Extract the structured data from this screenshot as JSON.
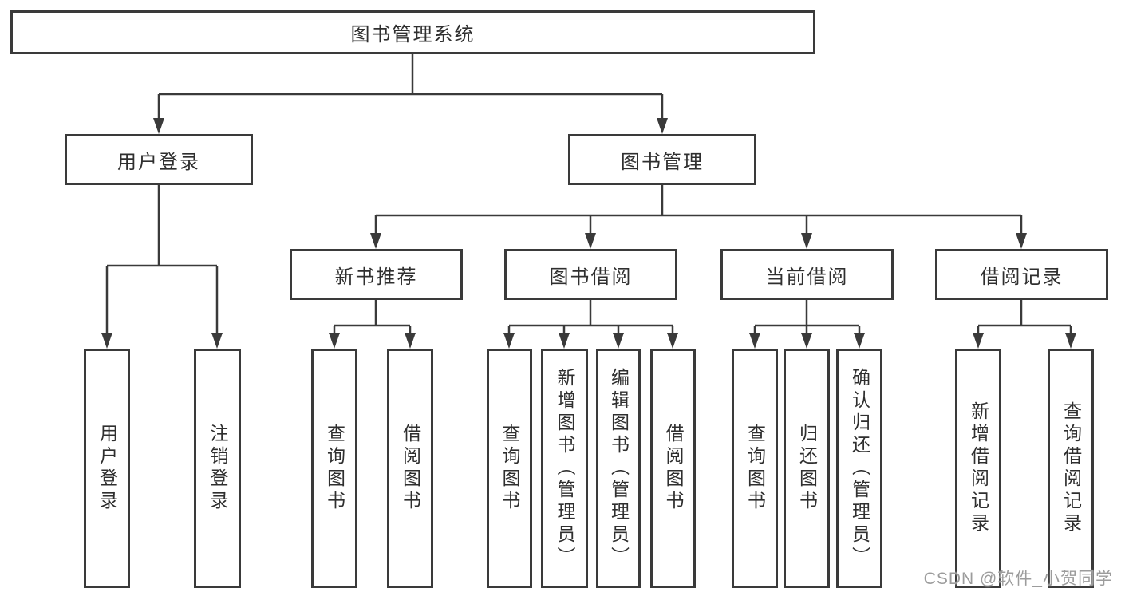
{
  "tree": {
    "root": "图书管理系统",
    "branches": [
      {
        "label": "用户登录",
        "children": [
          {
            "label": "用户登录"
          },
          {
            "label": "注销登录"
          }
        ]
      },
      {
        "label": "图书管理",
        "children": [
          {
            "label": "新书推荐",
            "children": [
              {
                "label": "查询图书"
              },
              {
                "label": "借阅图书"
              }
            ]
          },
          {
            "label": "图书借阅",
            "children": [
              {
                "label": "查询图书"
              },
              {
                "label": "新增图书（管理员）"
              },
              {
                "label": "编辑图书（管理员）"
              },
              {
                "label": "借阅图书"
              }
            ]
          },
          {
            "label": "当前借阅",
            "children": [
              {
                "label": "查询图书"
              },
              {
                "label": "归还图书"
              },
              {
                "label": "确认归还（管理员）"
              }
            ]
          },
          {
            "label": "借阅记录",
            "children": [
              {
                "label": "新增借阅记录"
              },
              {
                "label": "查询借阅记录"
              }
            ]
          }
        ]
      }
    ]
  },
  "colors": {
    "line": "#3a3a3a",
    "text": "#2f2f2f",
    "watermark": "#9c9c9c"
  },
  "watermark": "CSDN @软件_小贺同学"
}
